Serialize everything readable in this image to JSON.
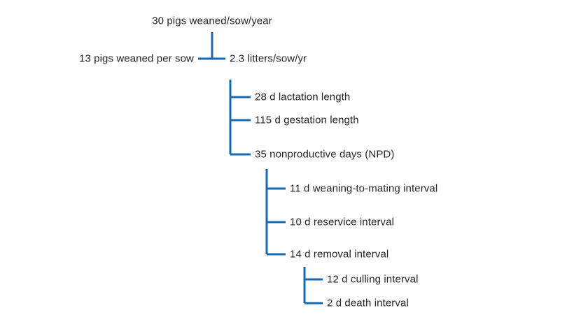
{
  "diagram": {
    "title_text": "30 pigs weaned/sow/year",
    "accent_color": "#1668b3",
    "text_color": "#262626",
    "background_color": "#ffffff",
    "type": "tree-breakdown",
    "nodes": {
      "root": "30 pigs weaned/sow/year",
      "left_factor": "13 pigs weaned per sow",
      "right_factor": "2.3 litters/sow/yr",
      "level2": [
        "28 d lactation length",
        "115 d gestation length",
        "35 nonproductive days (NPD)"
      ],
      "level3": [
        "11 d weaning-to-mating interval",
        "10 d reservice interval",
        "14 d removal interval"
      ],
      "level4": [
        "12 d culling interval",
        "2 d death interval"
      ]
    }
  },
  "chart_data": {
    "type": "table",
    "title": "30 pigs weaned/sow/year",
    "xlabel": "",
    "ylabel": "",
    "categories": [
      "30 pigs weaned/sow/year",
      "13 pigs weaned per sow",
      "2.3 litters/sow/yr",
      "28 d lactation length",
      "115 d gestation length",
      "35 nonproductive days (NPD)",
      "11 d weaning-to-mating interval",
      "10 d reservice interval",
      "14 d removal interval",
      "12 d culling interval",
      "2 d death interval"
    ],
    "values": [
      30,
      13,
      2.3,
      28,
      115,
      35,
      11,
      10,
      14,
      12,
      2
    ],
    "units": [
      "pigs/sow/year",
      "pigs/sow",
      "litters/sow/yr",
      "days",
      "days",
      "days",
      "days",
      "days",
      "days",
      "days",
      "days"
    ],
    "hierarchy": [
      {
        "label": "30 pigs weaned/sow/year",
        "value": 30,
        "level": 0,
        "children": [
          {
            "label": "13 pigs weaned per sow",
            "value": 13,
            "level": 1,
            "children": []
          },
          {
            "label": "2.3 litters/sow/yr",
            "value": 2.3,
            "level": 1,
            "children": [
              {
                "label": "28 d lactation length",
                "value": 28,
                "level": 2,
                "children": []
              },
              {
                "label": "115 d gestation length",
                "value": 115,
                "level": 2,
                "children": []
              },
              {
                "label": "35 nonproductive days (NPD)",
                "value": 35,
                "level": 2,
                "children": [
                  {
                    "label": "11 d weaning-to-mating interval",
                    "value": 11,
                    "level": 3,
                    "children": []
                  },
                  {
                    "label": "10 d reservice interval",
                    "value": 10,
                    "level": 3,
                    "children": []
                  },
                  {
                    "label": "14 d removal interval",
                    "value": 14,
                    "level": 3,
                    "children": [
                      {
                        "label": "12 d culling interval",
                        "value": 12,
                        "level": 4,
                        "children": []
                      },
                      {
                        "label": "2 d death interval",
                        "value": 2,
                        "level": 4,
                        "children": []
                      }
                    ]
                  }
                ]
              }
            ]
          }
        ]
      }
    ],
    "legend": [],
    "grid": false
  }
}
